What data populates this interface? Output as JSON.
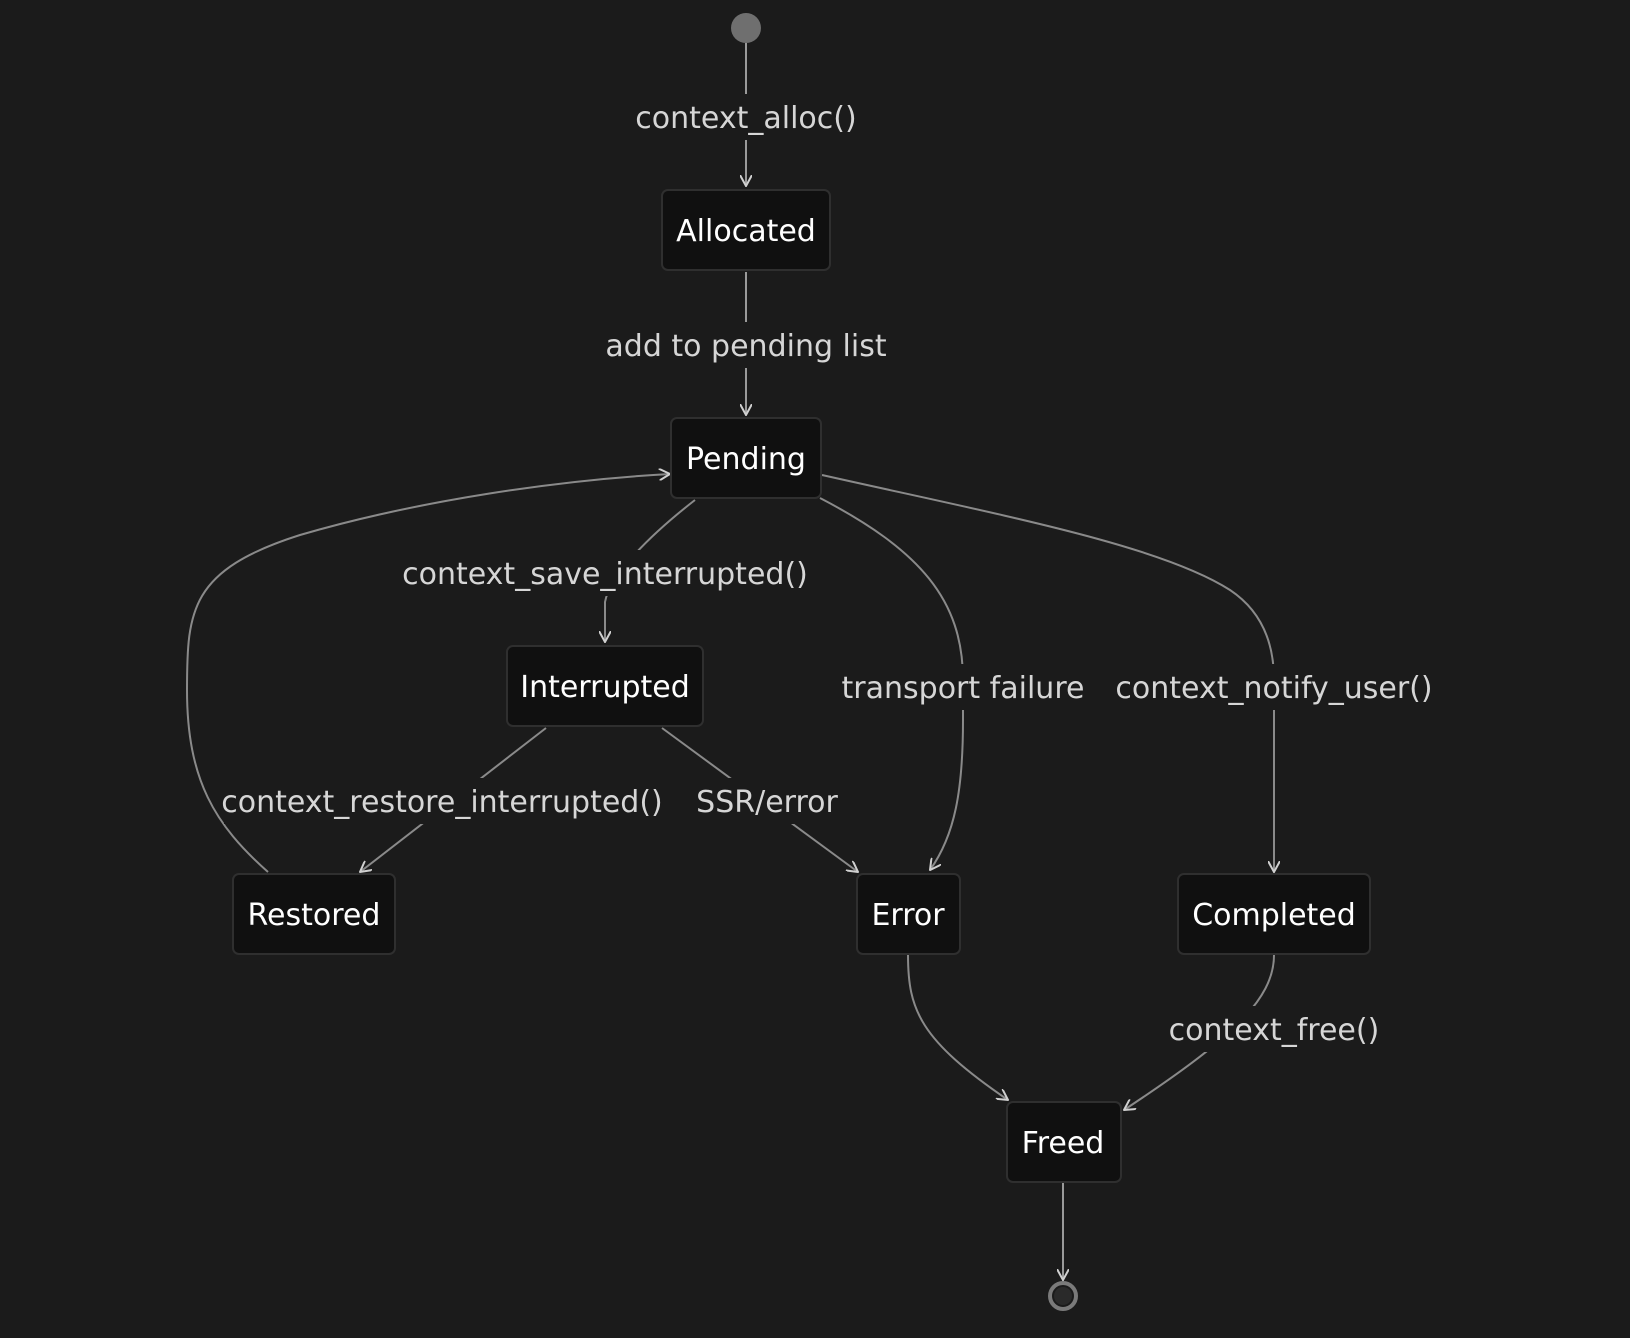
{
  "diagram": {
    "type": "state-diagram",
    "states": {
      "allocated": "Allocated",
      "pending": "Pending",
      "interrupted": "Interrupted",
      "restored": "Restored",
      "error": "Error",
      "completed": "Completed",
      "freed": "Freed"
    },
    "transitions": {
      "start_to_allocated": "context_alloc()",
      "allocated_to_pending": "add to pending list",
      "pending_to_interrupted": "context_save_interrupted()",
      "pending_to_error": "transport failure",
      "pending_to_completed": "context_notify_user()",
      "interrupted_to_restored": "context_restore_interrupted()",
      "interrupted_to_error": "SSR/error",
      "completed_to_freed": "context_free()"
    },
    "colors": {
      "background": "#1b1b1b",
      "node_fill": "#101010",
      "edge": "#9a9a9a",
      "text": "#ffffff",
      "label_text": "#d6d6d6"
    }
  }
}
